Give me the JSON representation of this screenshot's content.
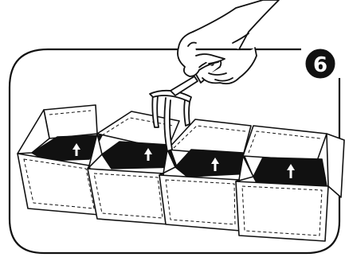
{
  "step": {
    "number": "6"
  },
  "illustration": {
    "subject": "hand-rake-loosening-soil-in-fabric-planter-pockets",
    "pocket_count": 4,
    "icons": [
      "hand-icon",
      "hand-rake-icon",
      "up-arrow-icon"
    ],
    "colors": {
      "line": "#111111",
      "soil": "#111111",
      "fabric": "#ffffff",
      "badge": "#111111"
    }
  }
}
